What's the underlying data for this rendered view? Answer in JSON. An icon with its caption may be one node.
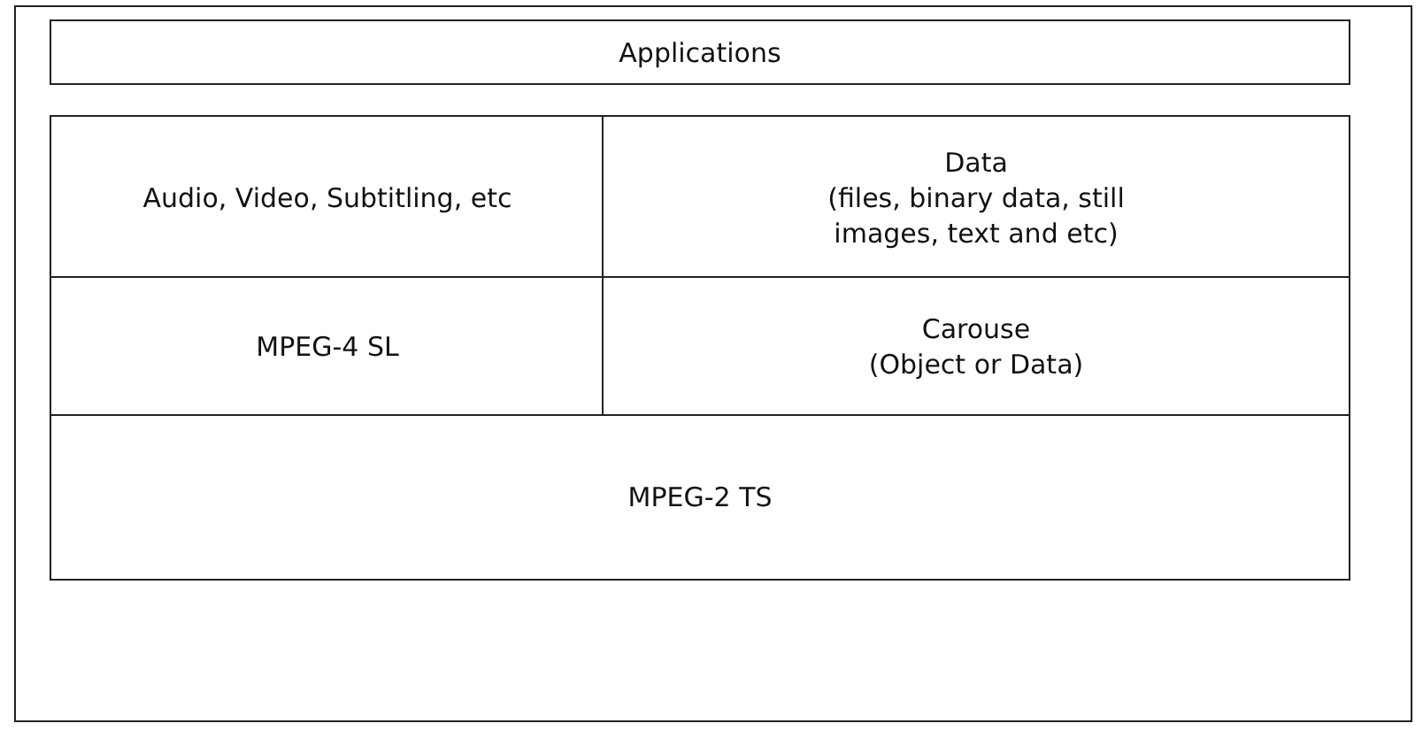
{
  "diagram": {
    "nodes": [
      {
        "text": [],
        "shape": "box"
      },
      {
        "text": [
          "Applications"
        ],
        "in": 0
      },
      {
        "text": [
          "Audio, Video, Subtitling, etc"
        ],
        "in": 0
      },
      {
        "text": [
          "Data",
          "(files, binary data, still images, text and etc)"
        ],
        "in": 0
      },
      {
        "text": [
          "MPEG-4 SL"
        ],
        "in": 0
      },
      {
        "text": [
          "Carouse",
          "(Object or Data)"
        ],
        "in": 0
      },
      {
        "text": [
          "MPEG-2 TS"
        ],
        "in": 0
      }
    ]
  }
}
